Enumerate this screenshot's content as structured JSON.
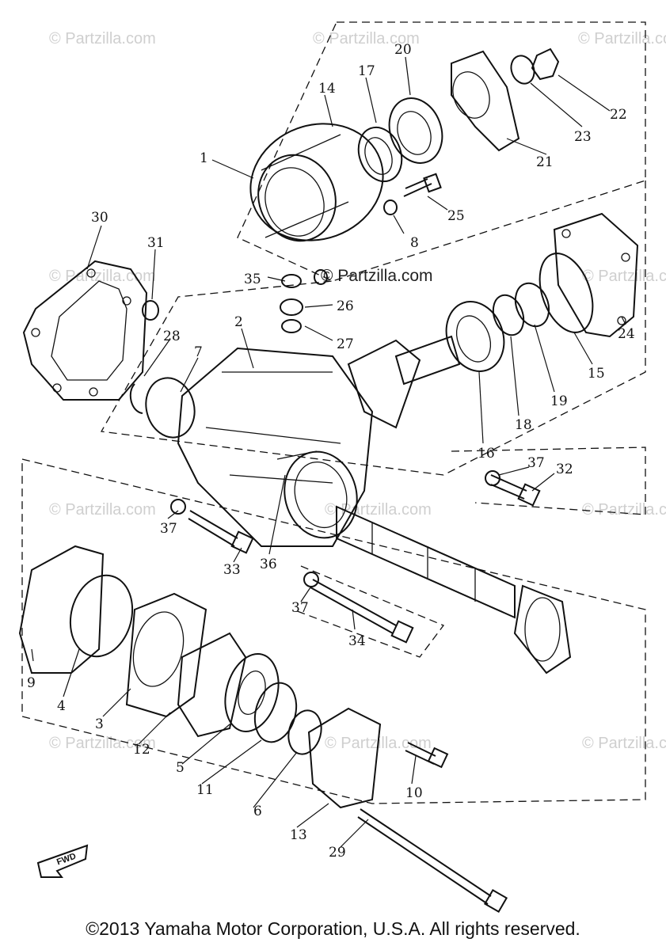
{
  "watermarks": {
    "small": "© Partzilla.com",
    "main": "© Partzilla.com"
  },
  "callouts": [
    "1",
    "2",
    "3",
    "4",
    "5",
    "6",
    "7",
    "8",
    "9",
    "10",
    "11",
    "12",
    "13",
    "14",
    "15",
    "16",
    "17",
    "18",
    "19",
    "20",
    "21",
    "22",
    "23",
    "24",
    "25",
    "26",
    "27",
    "28",
    "29",
    "30",
    "31",
    "32",
    "33",
    "34",
    "35",
    "36",
    "37",
    "37",
    "37"
  ],
  "fwd_label": "FWD",
  "footer": {
    "copyright": "©2013  Yamaha Motor Corporation, U.S.A. All rights reserved."
  }
}
